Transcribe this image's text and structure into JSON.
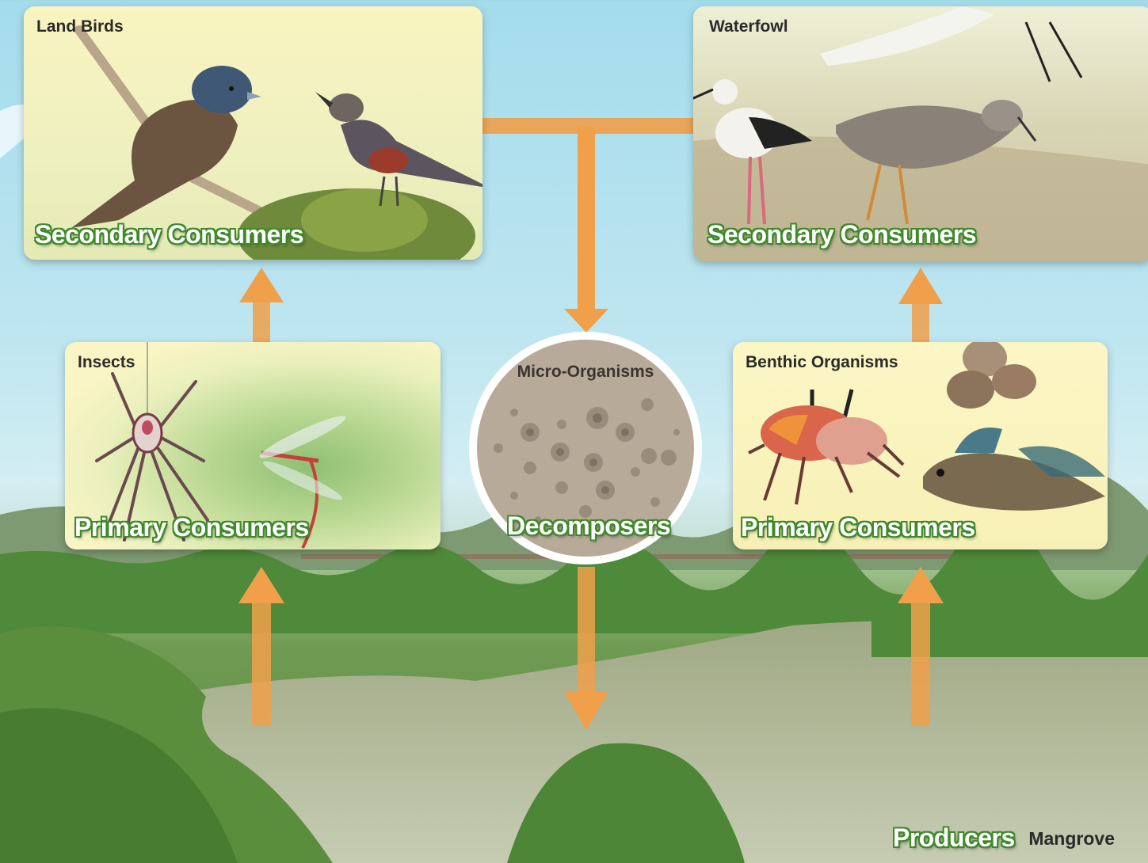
{
  "cards": {
    "land_birds": {
      "label": "Land Birds",
      "role": "Secondary Consumers"
    },
    "waterfowl": {
      "label": "Waterfowl",
      "role": "Secondary Consumers"
    },
    "insects": {
      "label": "Insects",
      "role": "Primary Consumers"
    },
    "benthic": {
      "label": "Benthic Organisms",
      "role": "Primary Consumers"
    }
  },
  "decomposer": {
    "label": "Micro-Organisms",
    "role": "Decomposers"
  },
  "producer": {
    "role": "Producers",
    "label": "Mangrove"
  },
  "colors": {
    "arrow": "#f0a04a",
    "card": "#f8f1bb",
    "role_outline": "#3e8a2a",
    "soil": "#b8aa98"
  }
}
